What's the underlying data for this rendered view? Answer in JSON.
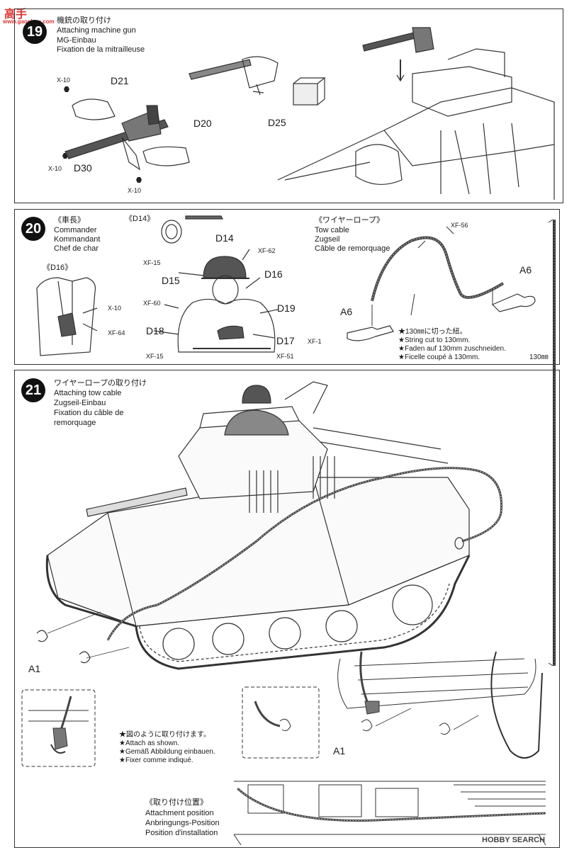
{
  "watermark": {
    "logo": "高手",
    "site": "www.gaoshou.com",
    "bottom": "HOBBY SEARCH"
  },
  "step19": {
    "num": "19",
    "jp": "機銃の取り付け",
    "en": "Attaching machine gun",
    "de": "MG-Einbau",
    "fr": "Fixation de la mitrailleuse",
    "labels": {
      "d21": "D21",
      "d20": "D20",
      "d30": "D30",
      "d25": "D25"
    },
    "paint": {
      "x10a": "X-10",
      "x10b": "X-10",
      "x10c": "X-10"
    }
  },
  "step20": {
    "num": "20",
    "jp": "《車長》",
    "en": "Commander",
    "de": "Kommandant",
    "fr": "Chef de char",
    "d14_title": "《D14》",
    "d16_title": "《D16》",
    "labels": {
      "d14": "D14",
      "d15": "D15",
      "d16": "D16",
      "d19": "D19",
      "d18": "D18",
      "d17": "D17"
    },
    "paint": {
      "xf62": "XF-62",
      "xf15a": "XF-15",
      "xf60": "XF-60",
      "xf1": "XF-1",
      "xf15b": "XF-15",
      "xf51": "XF-51",
      "x10": "X-10",
      "xf64": "XF-64"
    },
    "tow": {
      "jp": "《ワイヤーロープ》",
      "en": "Tow cable",
      "de": "Zugseil",
      "fr": "Câble de remorquage",
      "paint": "XF-56",
      "a6a": "A6",
      "a6b": "A6",
      "notes": [
        "★130㎜に切った紐。",
        "★String cut to 130mm.",
        "★Faden auf 130mm zuschneiden.",
        "★Ficelle coupé à 130mm."
      ],
      "length": "130㎜"
    }
  },
  "step21": {
    "num": "21",
    "jp": "ワイヤーロープの取り付け",
    "en": "Attaching tow cable",
    "de": "Zugseil-Einbau",
    "fr1": "Fixation du câble de",
    "fr2": "remorquage",
    "a1a": "A1",
    "a1b": "A1",
    "notes": [
      "★図のように取り付けます。",
      "★Attach as shown.",
      "★Gemäß Abbildung einbauen.",
      "★Fixer comme indiqué."
    ],
    "pos": {
      "jp": "《取り付け位置》",
      "en": "Attachment position",
      "de": "Anbringungs-Position",
      "fr": "Position d'installation"
    }
  }
}
